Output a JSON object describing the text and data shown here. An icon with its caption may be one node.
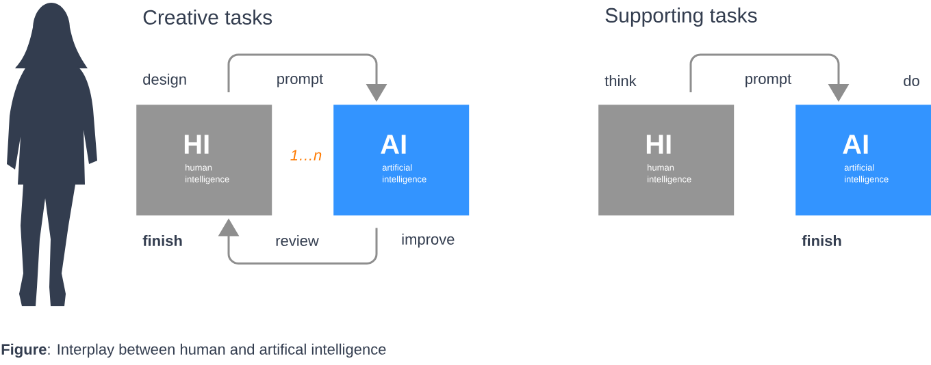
{
  "diagram": {
    "caption": "**Figure**: Interplay between human and artifical intelligence",
    "nodes": [
      {
        "text": [
          "HI",
          "human intelligence"
        ]
      },
      {
        "text": [
          "AI",
          "artificial intelligence"
        ]
      },
      {
        "text": [
          "HI",
          "human intelligence"
        ]
      },
      {
        "text": [
          "AI",
          "artificial intelligence"
        ]
      }
    ],
    "edges": [
      {
        "from": 0,
        "to": 1,
        "arrow": "to",
        "label": "prompt"
      },
      {
        "from": 1,
        "to": 0,
        "arrow": "to",
        "label": "review"
      },
      {
        "from": 2,
        "to": 3,
        "arrow": "to",
        "label": "prompt"
      }
    ],
    "labels": [
      "Creative tasks",
      "Supporting tasks",
      "design",
      "think",
      "do",
      "1…n",
      "finish",
      "improve",
      "finish"
    ]
  }
}
